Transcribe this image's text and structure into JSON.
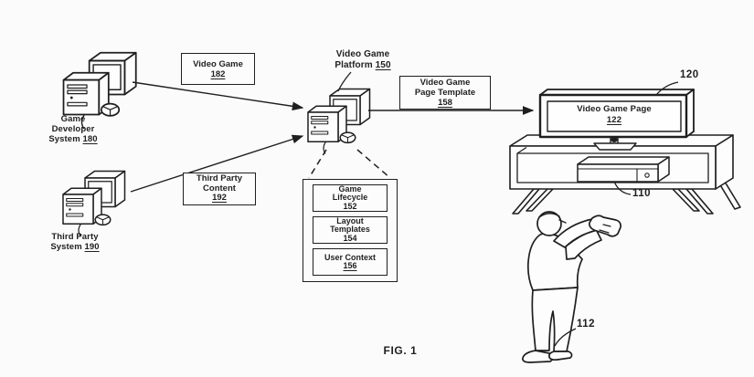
{
  "figure": {
    "caption": "FIG. 1"
  },
  "colors": {
    "ink": "#1f1f1f",
    "background": "#fbfbfb"
  },
  "nodes": {
    "game_developer_system": {
      "label": "Game Developer System",
      "ref": "180"
    },
    "third_party_system": {
      "label": "Third Party System",
      "ref": "190"
    },
    "video_game_platform": {
      "label": "Video Game Platform",
      "ref": "150"
    },
    "television": {
      "ref": "120"
    },
    "game_console": {
      "ref": "110"
    },
    "player": {
      "ref": "112"
    }
  },
  "flows": {
    "video_game": {
      "label": "Video Game",
      "ref": "182"
    },
    "third_party_content": {
      "label": "Third Party Content",
      "ref": "192"
    },
    "video_game_page_template": {
      "label": "Video Game Page Template",
      "ref": "158"
    }
  },
  "screen": {
    "video_game_page": {
      "label": "Video Game Page",
      "ref": "122"
    }
  },
  "platform_components": [
    {
      "label": "Game Lifecycle",
      "ref": "152"
    },
    {
      "label": "Layout Templates",
      "ref": "154"
    },
    {
      "label": "User Context",
      "ref": "156"
    }
  ]
}
